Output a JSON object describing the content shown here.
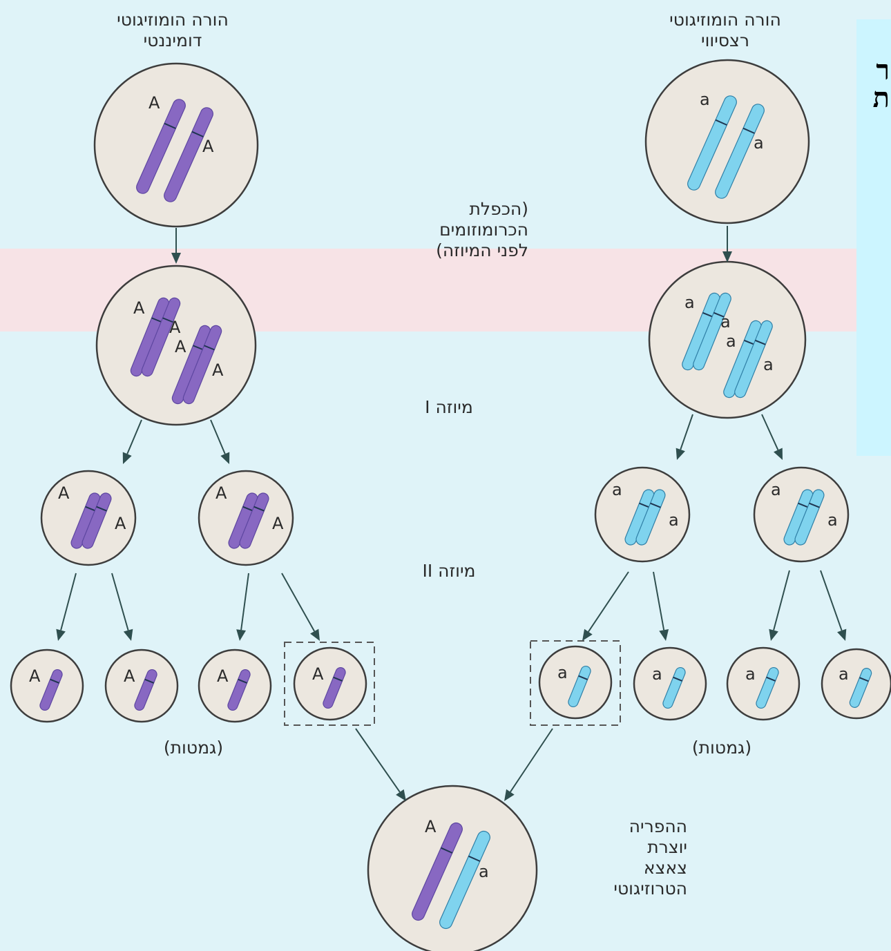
{
  "parents": {
    "dominant": {
      "line1": "הורה הומוזיגוטי",
      "line2": "דומיננטי"
    },
    "recessive": {
      "line1": "הורה הומוזיגוטי",
      "line2": "רצסיווי"
    }
  },
  "steps": {
    "replication": {
      "line1": "(הכפלת",
      "line2": "הכרומוזומים",
      "line3": "לפני המיוזה)"
    },
    "meiosis1": "מיוזה I",
    "meiosis2": "מיוזה II"
  },
  "gametes": {
    "left": "(גמטות)",
    "right": "(גמטות)"
  },
  "fertilization": {
    "line1": "ההפריה",
    "line2": "יוצרת",
    "line3": "צאצא",
    "line4": "הטרוזיגוטי"
  },
  "alleles": {
    "dominant": "A",
    "recessive": "a"
  },
  "edge_glyphs": [
    "ר",
    "ת"
  ],
  "colors": {
    "dominant_chromosome": "#8868c2",
    "recessive_chromosome": "#7fd3ee",
    "cell_fill": "#ece7df",
    "page_background": "#dff3f8",
    "pink_band": "#f7e3e6",
    "right_panel": "#ccf5ff"
  }
}
